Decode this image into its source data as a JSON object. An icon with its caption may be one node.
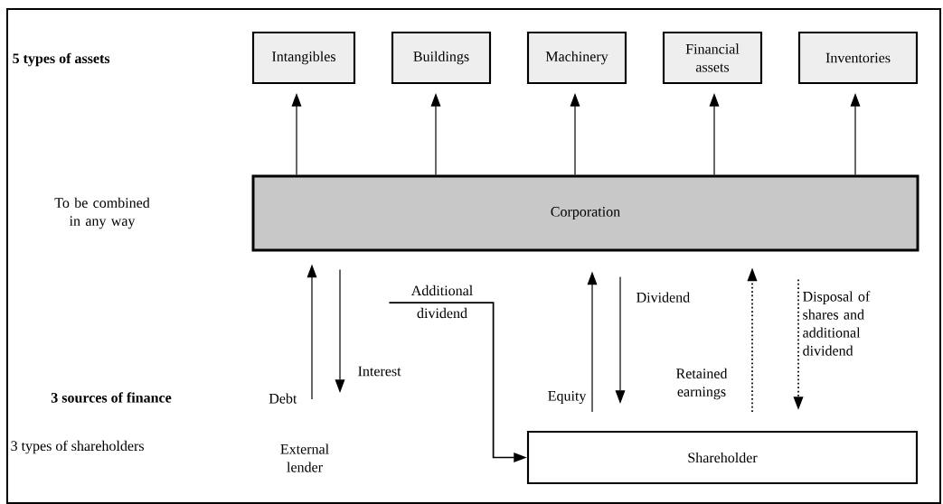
{
  "diagram": {
    "nodes": [
      {
        "text": [
          "Intangibles"
        ]
      },
      {
        "text": [
          "Buildings"
        ]
      },
      {
        "text": [
          "Machinery"
        ]
      },
      {
        "text": [
          "Financial assets"
        ]
      },
      {
        "text": [
          "Inventories"
        ]
      },
      {
        "text": [
          "Corporation"
        ]
      },
      {
        "text": [
          "Shareholder"
        ]
      },
      {
        "text": [
          "Additional dividend"
        ]
      }
    ],
    "edges": [
      {
        "from": 5,
        "to": 0,
        "arrow": "to"
      },
      {
        "from": 5,
        "to": 1,
        "arrow": "to"
      },
      {
        "from": 5,
        "to": 2,
        "arrow": "to"
      },
      {
        "from": 5,
        "to": 3,
        "arrow": "to"
      },
      {
        "from": 5,
        "to": 4,
        "arrow": "to"
      },
      {
        "from": null,
        "to": 5,
        "arrow": "to",
        "label": "Debt"
      },
      {
        "from": 5,
        "to": null,
        "arrow": "to",
        "label": "Interest"
      },
      {
        "from": 6,
        "to": 5,
        "arrow": "to",
        "label": "Equity"
      },
      {
        "from": 5,
        "to": 6,
        "arrow": "to",
        "label": "Dividend"
      },
      {
        "from": 6,
        "to": 5,
        "arrow": "to",
        "label": "Retained earnings",
        "style": "dashed"
      },
      {
        "from": 5,
        "to": 6,
        "arrow": "to",
        "label": "Disposal of shares and additional dividend",
        "style": "dashed"
      },
      {
        "from": 7,
        "to": 6,
        "arrow": "to"
      }
    ],
    "labels": [
      "5 types of assets",
      "To be combined in any way",
      "3 sources of finance",
      "3 types of shareholders",
      "External lender"
    ]
  }
}
